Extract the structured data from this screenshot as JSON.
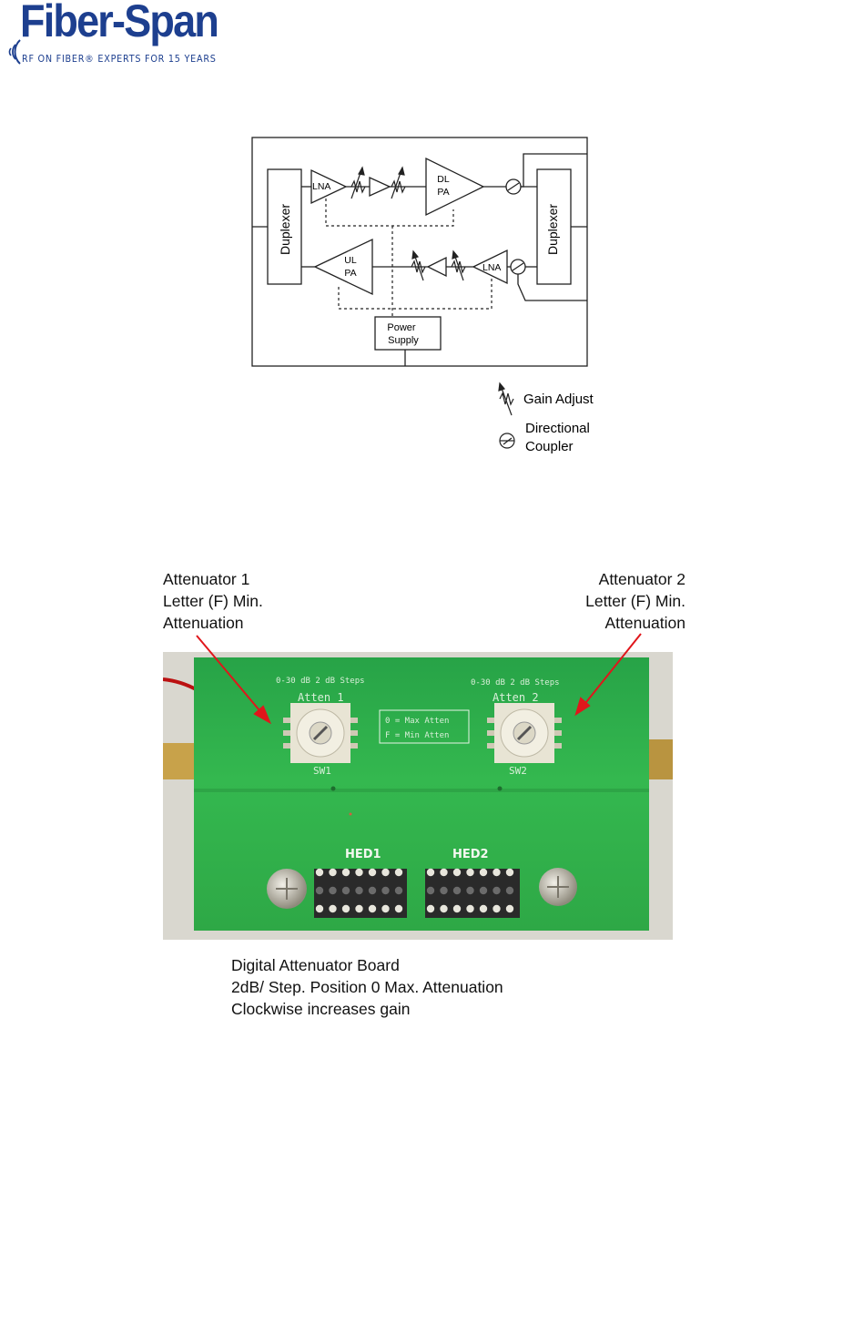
{
  "logo": {
    "wordmark": "Fiber-Span",
    "tagline": "RF ON FIBER® EXPERTS FOR 15 YEARS"
  },
  "diagram": {
    "duplexer_left": "Duplexer",
    "duplexer_right": "Duplexer",
    "lna_top": "LNA",
    "dl_pa_line1": "DL",
    "dl_pa_line2": "PA",
    "ul_pa_line1": "UL",
    "ul_pa_line2": "PA",
    "lna_bottom": "LNA",
    "power_supply_line1": "Power",
    "power_supply_line2": "Supply",
    "legend": {
      "gain_adjust": "Gain Adjust",
      "directional_line1": "Directional",
      "directional_line2": "Coupler"
    }
  },
  "photo_labels": {
    "atten1": [
      "Attenuator 1",
      "Letter (F) Min.",
      "Attenuation"
    ],
    "atten2": [
      "Attenuator 2",
      "Letter (F) Min.",
      "Attenuation"
    ]
  },
  "board": {
    "range_left": "0-30 dB   2 dB Steps",
    "range_right": "0-30 dB   2 dB Steps",
    "atten1_silk": "Atten 1",
    "atten2_silk": "Atten 2",
    "sw1": "SW1",
    "sw2": "SW2",
    "legend_max": "0 = Max Atten",
    "legend_min": "F = Min Atten",
    "hed1": "HED1",
    "hed2": "HED2"
  },
  "caption": {
    "line1": "Digital Attenuator Board",
    "line2": "2dB/ Step.  Position 0 Max. Attenuation",
    "line3": "Clockwise increases gain"
  },
  "colors": {
    "logo_blue": "#1d3f8f",
    "pcb_green": "#2fae4a",
    "arrow_red": "#e0161b"
  }
}
